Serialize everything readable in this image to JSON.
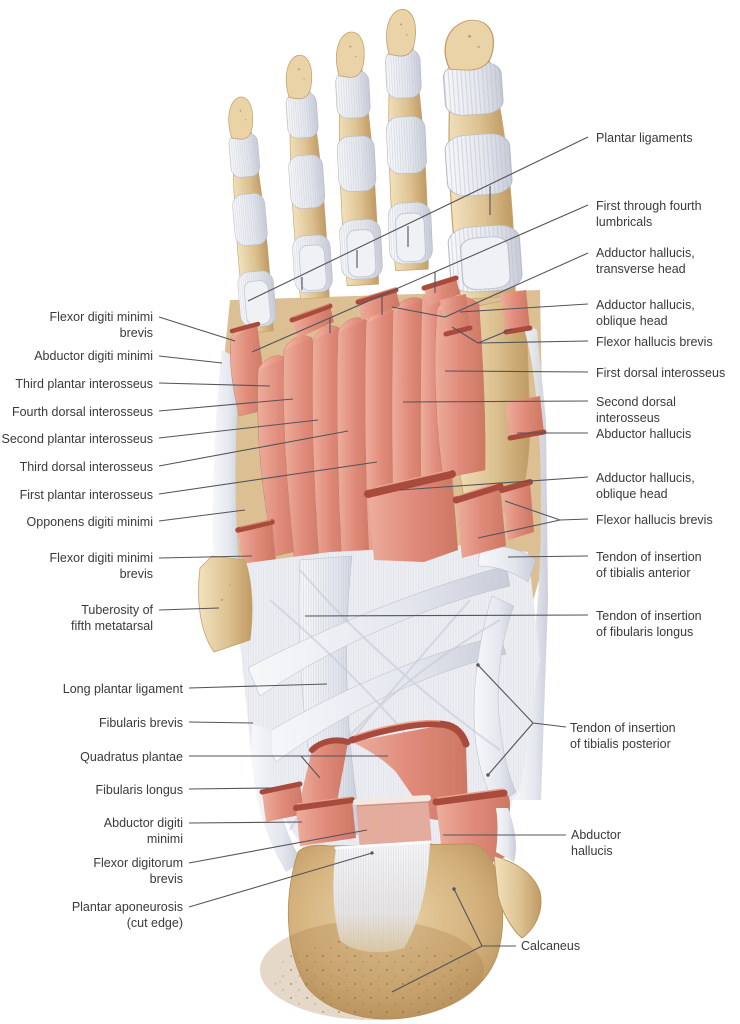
{
  "figure": {
    "subject": "Plantar view of foot with deep muscle layer, labeled"
  },
  "labels": {
    "left": [
      {
        "text": "Flexor digiti minimi\nbrevis"
      },
      {
        "text": "Abductor digiti minimi"
      },
      {
        "text": "Third plantar interosseus"
      },
      {
        "text": "Fourth dorsal interosseus"
      },
      {
        "text": "Second plantar interosseus"
      },
      {
        "text": "Third dorsal interosseus"
      },
      {
        "text": "First plantar interosseus"
      },
      {
        "text": "Opponens digiti minimi"
      },
      {
        "text": "Flexor digiti minimi\nbrevis"
      },
      {
        "text": "Tuberosity of\nfifth metatarsal"
      },
      {
        "text": "Long plantar ligament"
      },
      {
        "text": "Fibularis brevis"
      },
      {
        "text": "Quadratus plantae"
      },
      {
        "text": "Fibularis longus"
      },
      {
        "text": "Abductor digiti\nminimi"
      },
      {
        "text": "Flexor digitorum\nbrevis"
      },
      {
        "text": "Plantar aponeurosis\n(cut edge)"
      }
    ],
    "right": [
      {
        "text": "Plantar ligaments"
      },
      {
        "text": "First through fourth\nlumbricals"
      },
      {
        "text": "Adductor hallucis,\ntransverse head"
      },
      {
        "text": "Adductor hallucis,\noblique head"
      },
      {
        "text": "Flexor hallucis brevis"
      },
      {
        "text": "First dorsal interosseus"
      },
      {
        "text": "Second dorsal interosseus"
      },
      {
        "text": "Abductor hallucis"
      },
      {
        "text": "Adductor hallucis,\noblique head"
      },
      {
        "text": "Flexor hallucis brevis"
      },
      {
        "text": "Tendon of insertion\nof tibialis anterior"
      },
      {
        "text": "Tendon of insertion\nof fibularis longus"
      },
      {
        "text": "Tendon of insertion\nof tibialis posterior"
      },
      {
        "text": "Abductor\nhallucis"
      },
      {
        "text": "Calcaneus"
      }
    ]
  },
  "colors": {
    "background": "#ffffff",
    "label_text": "#3a3a3e",
    "leader_line": "#54545c",
    "muscle": "#e08d78",
    "muscle_highlight": "#f5b9a7",
    "muscle_cut_edge": "#a84b3d",
    "bone": "#dcbf8f",
    "bone_dark": "#a97f49",
    "tendon": "#eceef3",
    "tendon_shadow": "#b8bcc8"
  }
}
